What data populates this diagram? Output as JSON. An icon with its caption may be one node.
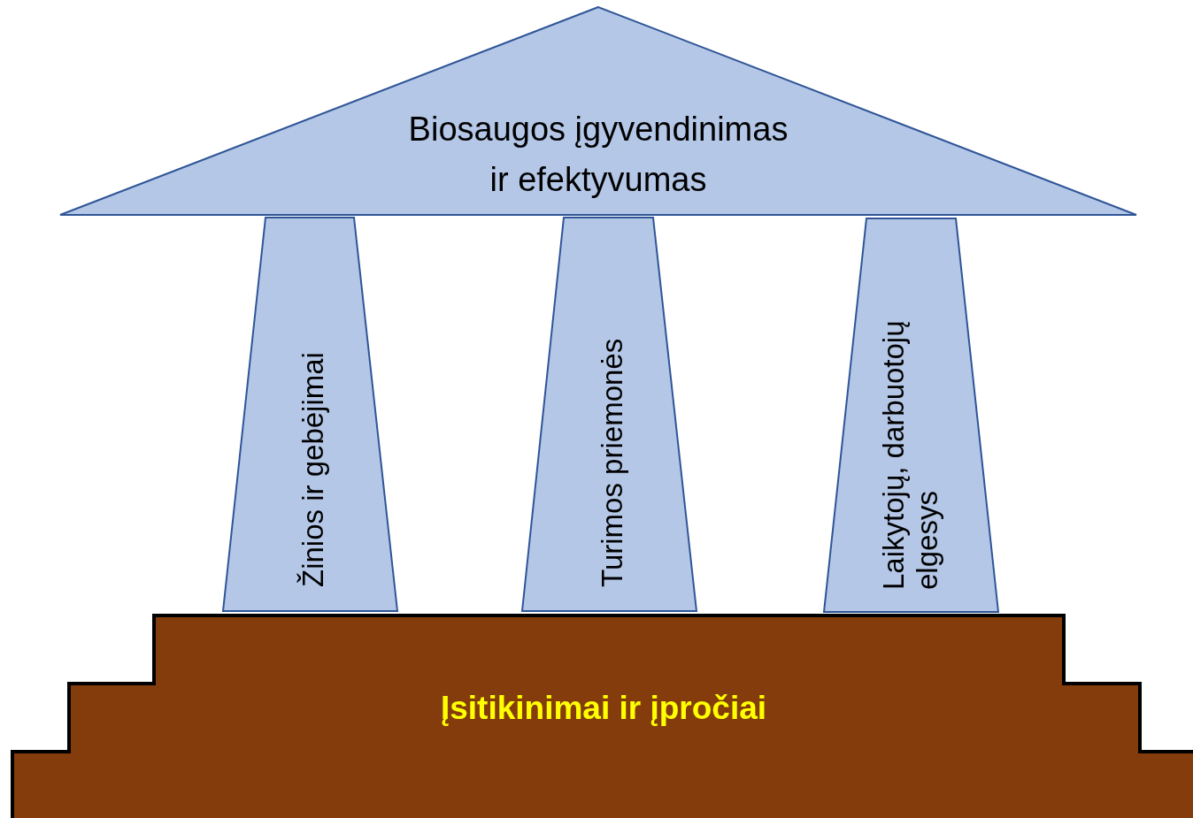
{
  "diagram": {
    "nodes": [
      {
        "text": [
          "Biosaugos įgyvendinimas ir efektyvumas"
        ]
      },
      {
        "text": [
          "Žinios ir gebėjimai"
        ]
      },
      {
        "text": [
          "Turimos priemonės"
        ]
      },
      {
        "text": [
          "Laikytojų, darbuotojų elgesys"
        ]
      },
      {
        "text": [
          "Įsitikinimai ir įpročiai"
        ]
      }
    ]
  }
}
